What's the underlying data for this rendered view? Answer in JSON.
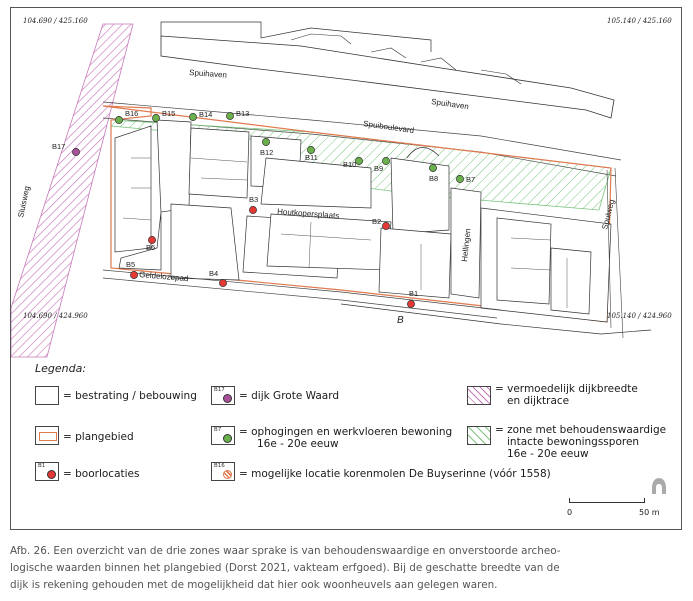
{
  "coords": {
    "top_left": "104.690 / 425.160",
    "top_right": "105.140 / 425.160",
    "bottom_left": "104.690 / 424.960",
    "bottom_right": "105.140 / 424.960"
  },
  "streets": {
    "spuihaven_1": "Spuihaven",
    "spuihaven_2": "Spuihaven",
    "spuiboulevard": "Spuiboulevard",
    "houtkoperplaats": "Houtkopersplaats",
    "geldelozepad": "Geldelozepad",
    "hellingen": "Hellingen",
    "spuiweg": "Spuiweg",
    "sluisweg": "Sluisweg",
    "b_marker": "B"
  },
  "boreholes": [
    {
      "id": "B1",
      "type": "boorlocatie"
    },
    {
      "id": "B2",
      "type": "boorlocatie"
    },
    {
      "id": "B3",
      "type": "boorlocatie"
    },
    {
      "id": "B4",
      "type": "boorlocatie"
    },
    {
      "id": "B5",
      "type": "boorlocatie"
    },
    {
      "id": "B6",
      "type": "boorlocatie"
    },
    {
      "id": "B7",
      "type": "ophogingen"
    },
    {
      "id": "B8",
      "type": "ophogingen"
    },
    {
      "id": "B9",
      "type": "ophogingen"
    },
    {
      "id": "B10",
      "type": "ophogingen"
    },
    {
      "id": "B11",
      "type": "ophogingen"
    },
    {
      "id": "B12",
      "type": "ophogingen"
    },
    {
      "id": "B13",
      "type": "ophogingen"
    },
    {
      "id": "B14",
      "type": "ophogingen"
    },
    {
      "id": "B15",
      "type": "ophogingen"
    },
    {
      "id": "B16",
      "type": "ophogingen"
    },
    {
      "id": "B17",
      "type": "dijk"
    }
  ],
  "colors": {
    "red": "#e53935",
    "green": "#6ab04c",
    "purple": "#a8509a",
    "hatch_green": "#7bc47f",
    "hatch_purple": "#c77ab9",
    "plangebied": "#e07a4f"
  },
  "legend": {
    "title": "Legenda:",
    "bestrating": "= bestrating / bebouwing",
    "plangebied": "= plangebied",
    "boorlocaties": "= boorlocaties",
    "dijk": "= dijk Grote Waard",
    "ophogingen_1": "= ophogingen en werkvloeren bewoning",
    "ophogingen_2": "16e - 20e eeuw",
    "korenmolen": "= mogelijke locatie korenmolen De Buyserinne (vóór 1558)",
    "dijkbreedte_1": "= vermoedelijk dijkbreedte",
    "dijkbreedte_2": "en dijktrace",
    "zone_1": "= zone met behoudenswaardige",
    "zone_2": "intacte bewoningssporen",
    "zone_3": "16e - 20e eeuw",
    "sw_b17": "B17",
    "sw_b7": "B7",
    "sw_b1": "B1",
    "sw_b16": "B16"
  },
  "scale": {
    "start": "0",
    "end": "50 m"
  },
  "caption": [
    "Afb. 26. Een overzicht van de drie zones waar sprake is van behoudenswaardige en onverstoorde archeo-",
    "logische waarden binnen het plangebied (Dorst 2021, vakteam erfgoed). Bij de geschatte breedte van de",
    "dijk is rekening gehouden met de mogelijkheid dat hier ook woonheuvels aan gelegen waren."
  ]
}
